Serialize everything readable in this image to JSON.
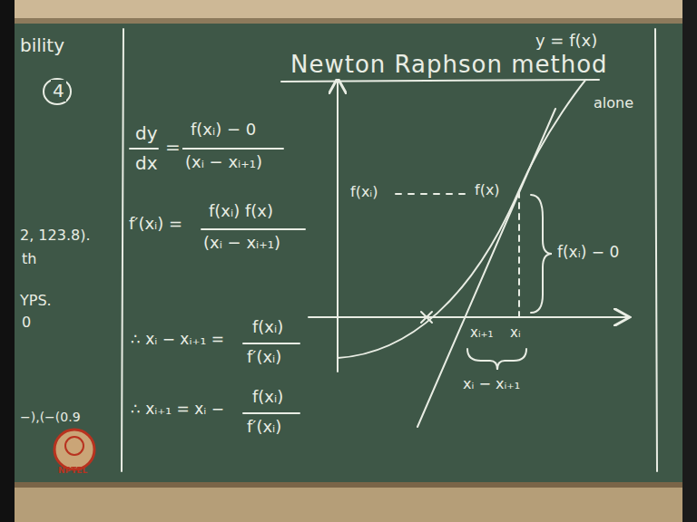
{
  "diagram": {
    "title": "Newton Raphson method",
    "labels": [
      "bility",
      "4",
      "2, 123.8).",
      "th",
      "YPS.",
      "0",
      "−),(−(0.9",
      "dy",
      "dx",
      "=",
      "f(xᵢ) − 0",
      "(xᵢ − xᵢ₊₁)",
      "f′(xᵢ) =",
      "f(xᵢ) f(x)",
      "(xᵢ − xᵢ₊₁)",
      "∴ xᵢ − xᵢ₊₁ =",
      "f(xᵢ)",
      "f′(xᵢ)",
      "∴ xᵢ₊₁ = xᵢ −",
      "f(xᵢ)",
      "f′(xᵢ)",
      "y = f(x)",
      "alone",
      "f(xᵢ)",
      "f(x)",
      "f(xᵢ) − 0",
      "xᵢ₊₁",
      "xᵢ",
      "xᵢ − xᵢ₊₁",
      "NPTEL"
    ]
  }
}
